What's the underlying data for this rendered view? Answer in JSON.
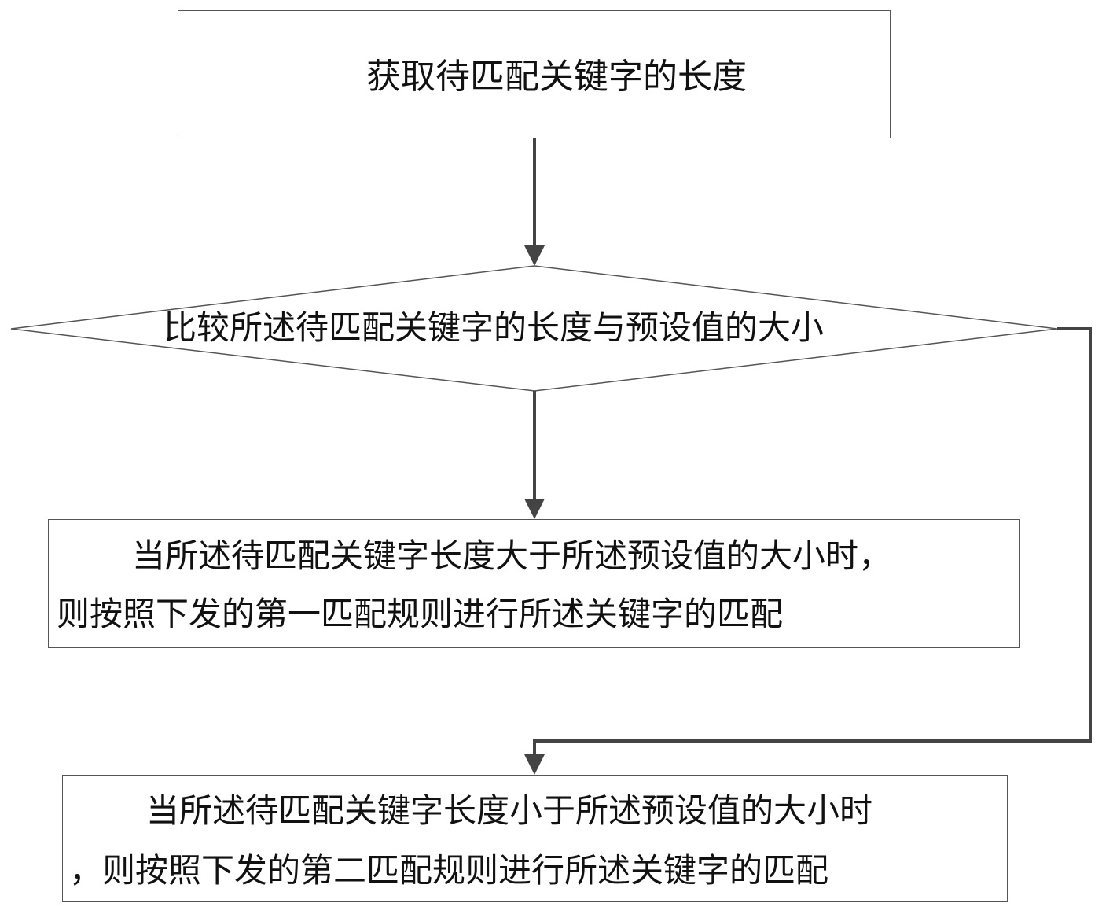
{
  "diagram": {
    "step1": {
      "label": "获取待匹配关键字的长度"
    },
    "decision": {
      "label": "比较所述待匹配关键字的长度与预设值的大小"
    },
    "branch_greater": {
      "line1": "当所述待匹配关键字长度大于所述预设值的大小时，",
      "line2": "则按照下发的第一匹配规则进行所述关键字的匹配"
    },
    "branch_less": {
      "line1": "当所述待匹配关键字长度小于所述预设值的大小时",
      "line2": "，则按照下发的第二匹配规则进行所述关键字的匹配"
    }
  }
}
